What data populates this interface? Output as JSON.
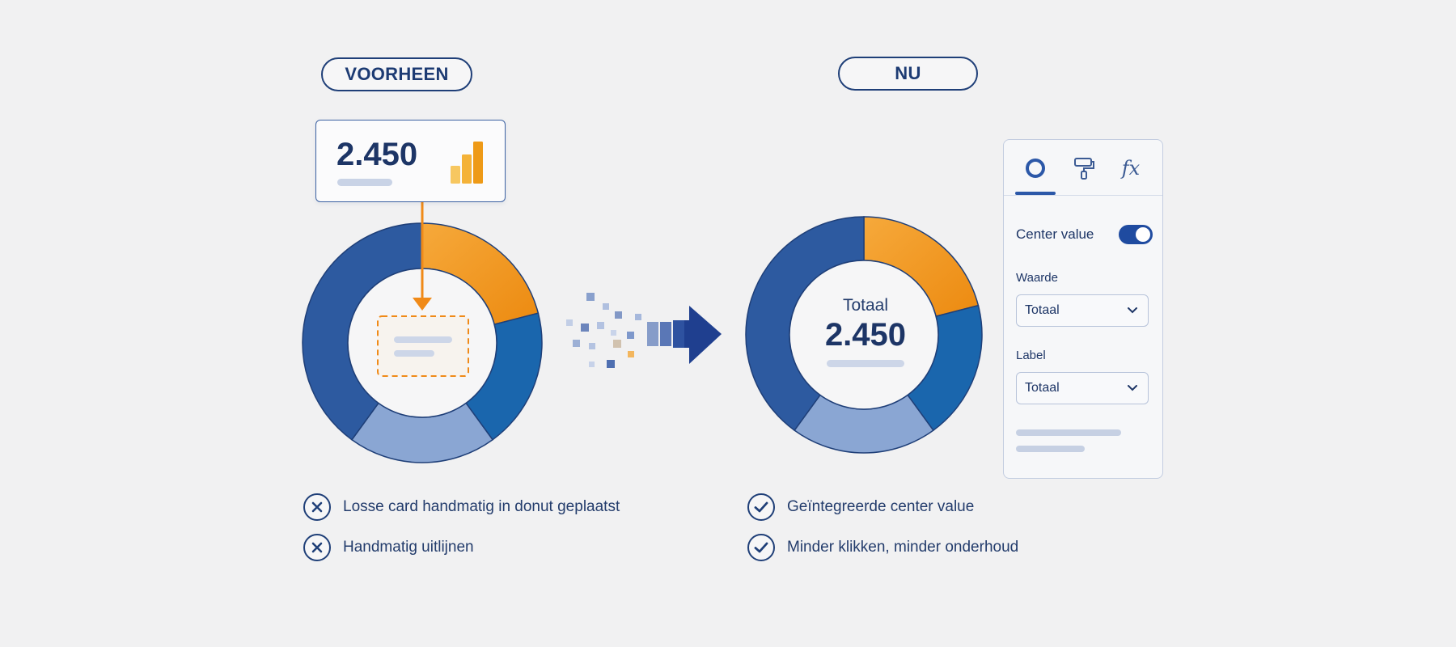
{
  "colors": {
    "navy": "#1d3e77",
    "blue_dark": "#2d5aa0",
    "blue_mid": "#1a66ad",
    "blue_light": "#8aa6d3",
    "orange": "#f39c1f",
    "background": "#f1f1f2"
  },
  "before": {
    "badge": "VOORHEEN",
    "card": {
      "value": "2.450",
      "icon": "power-bi-icon"
    },
    "items": [
      {
        "icon": "x-icon",
        "text": "Losse card handmatig in donut geplaatst"
      },
      {
        "icon": "x-icon",
        "text": "Handmatig uitlijnen"
      }
    ]
  },
  "after": {
    "badge": "NU",
    "center_label": "Totaal",
    "center_value": "2.450",
    "items": [
      {
        "icon": "check-icon",
        "text": "Geïntegreerde center value"
      },
      {
        "icon": "check-icon",
        "text": "Minder klikken, minder onderhoud"
      }
    ]
  },
  "panel": {
    "tabs": [
      {
        "icon": "donut-icon",
        "active": true
      },
      {
        "icon": "paint-roller-icon",
        "active": false
      },
      {
        "label": "fx",
        "icon": "fx-icon",
        "active": false
      }
    ],
    "toggle_label": "Center value",
    "toggle_on": true,
    "waarde_label": "Waarde",
    "waarde_value": "Totaal",
    "label_label": "Label",
    "label_value": "Totaal"
  },
  "chart_data": [
    {
      "type": "pie",
      "donut": true,
      "title": "",
      "categories": [
        "orange",
        "blue",
        "light-blue",
        "dark-blue"
      ],
      "values": [
        21,
        19,
        20,
        40
      ],
      "colors": [
        "#f39c1f",
        "#1a66ad",
        "#8aa6d3",
        "#2d5aa0"
      ]
    },
    {
      "type": "pie",
      "donut": true,
      "title": "",
      "categories": [
        "orange",
        "blue",
        "light-blue",
        "dark-blue"
      ],
      "values": [
        21,
        19,
        20,
        40
      ],
      "colors": [
        "#f39c1f",
        "#1a66ad",
        "#8aa6d3",
        "#2d5aa0"
      ],
      "center_label": "Totaal",
      "center_value": "2.450"
    }
  ]
}
